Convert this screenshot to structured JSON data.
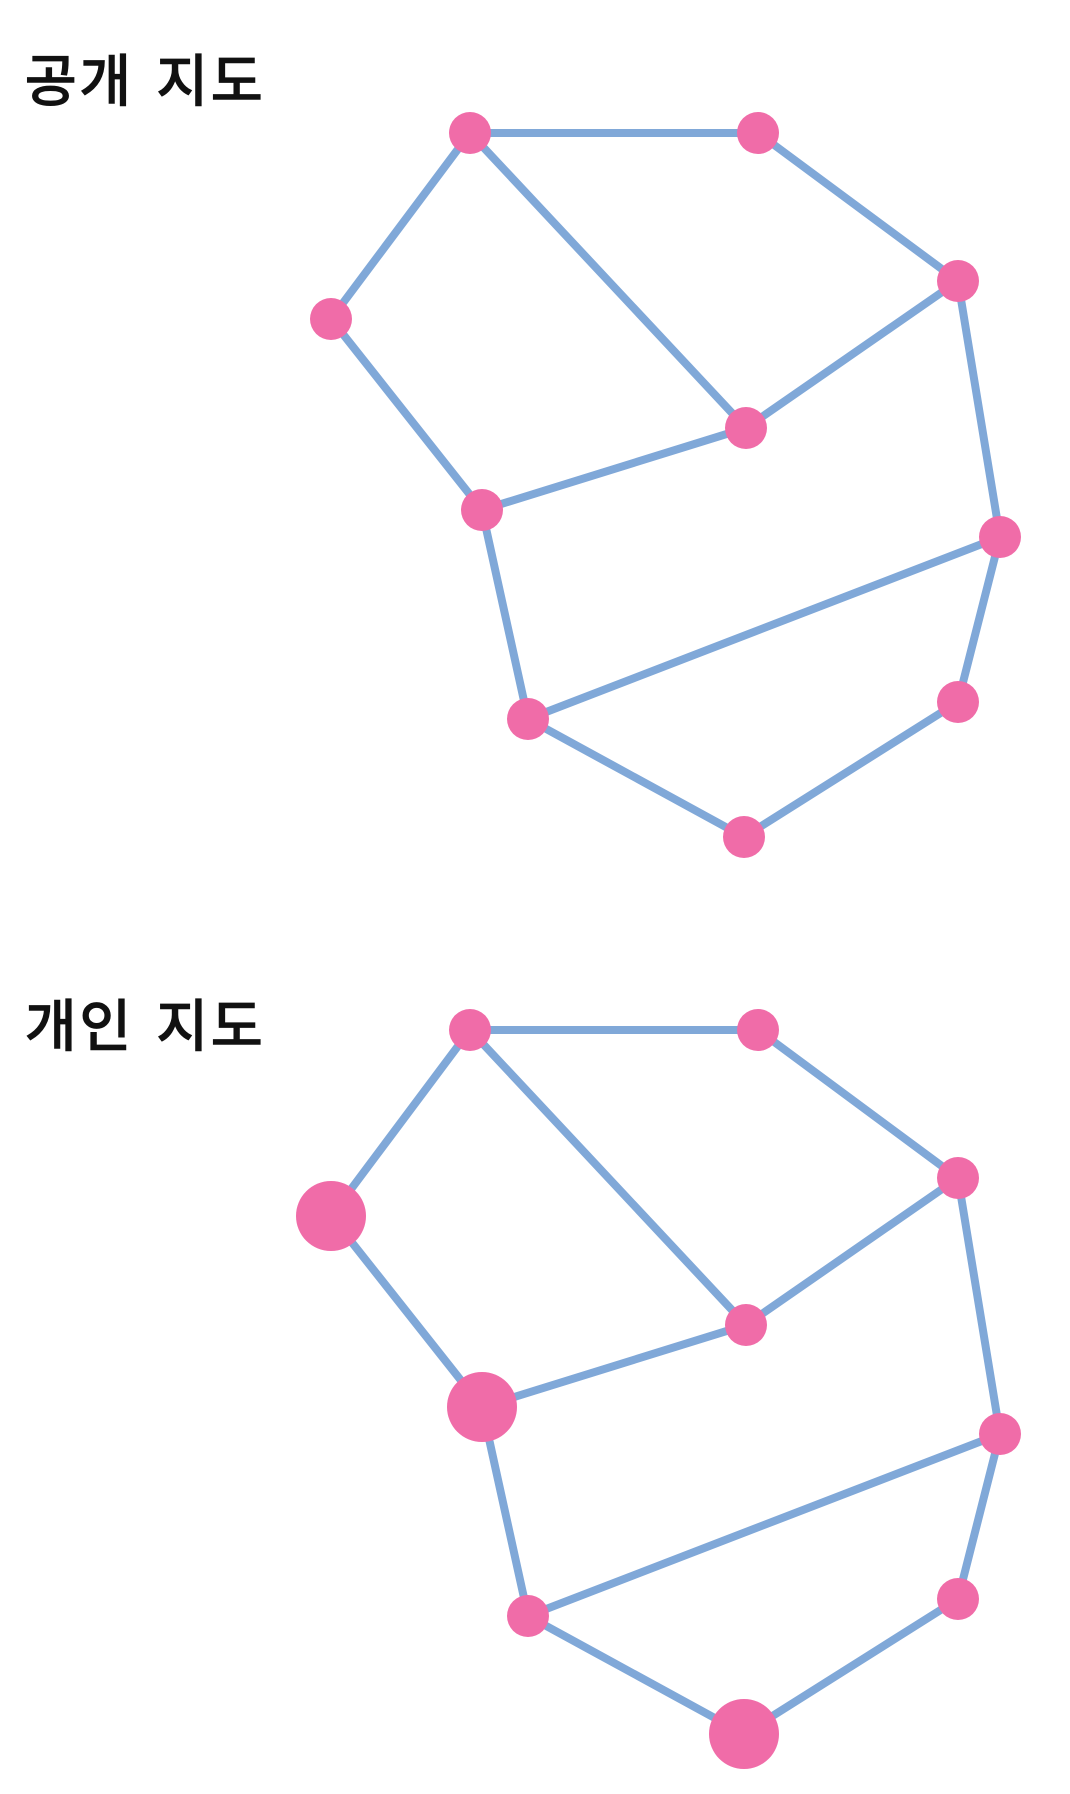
{
  "style": {
    "edge_color": "#80a8d8",
    "node_color": "#f06ca8"
  },
  "maps": [
    {
      "title": "공개 지도",
      "large_nodes": []
    },
    {
      "title": "개인 지도",
      "large_nodes": [
        "n3",
        "n6",
        "n10"
      ]
    }
  ]
}
